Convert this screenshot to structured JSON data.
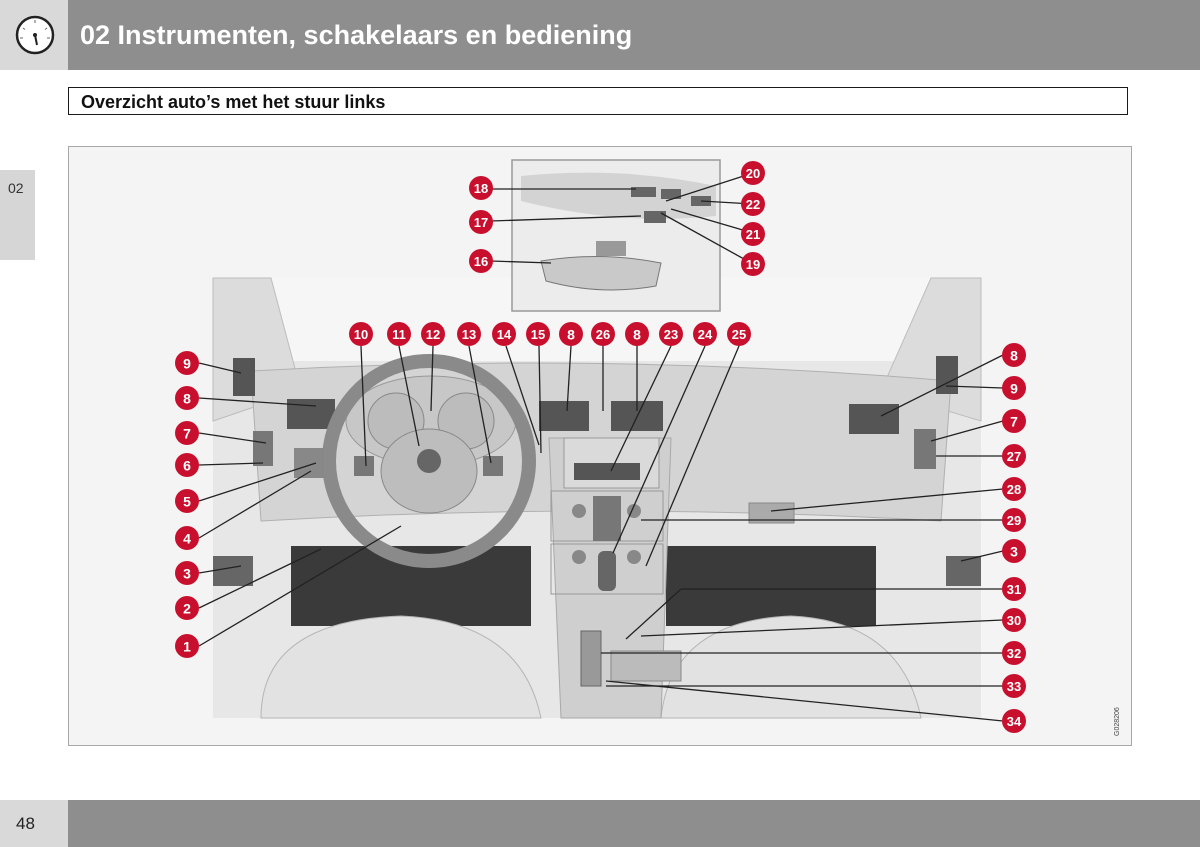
{
  "header": {
    "chapter_title": "02 Instrumenten, schakelaars en bediening",
    "icon": "speedometer-icon"
  },
  "section": {
    "title": "Overzicht auto’s met het stuur links"
  },
  "side_tab": {
    "label": "02"
  },
  "figure": {
    "image_code": "G028206",
    "callouts": [
      "1",
      "2",
      "3",
      "3",
      "4",
      "5",
      "6",
      "7",
      "7",
      "8",
      "8",
      "8",
      "8",
      "9",
      "9",
      "10",
      "11",
      "12",
      "13",
      "14",
      "15",
      "16",
      "17",
      "18",
      "19",
      "20",
      "21",
      "22",
      "23",
      "24",
      "25",
      "26",
      "27",
      "28",
      "29",
      "30",
      "31",
      "32",
      "33",
      "34"
    ]
  },
  "colors": {
    "callout": "#c8102e",
    "header_bar": "#8e8e8e",
    "light_grey": "#d9d9d9"
  },
  "footer": {
    "page_number": "48"
  }
}
